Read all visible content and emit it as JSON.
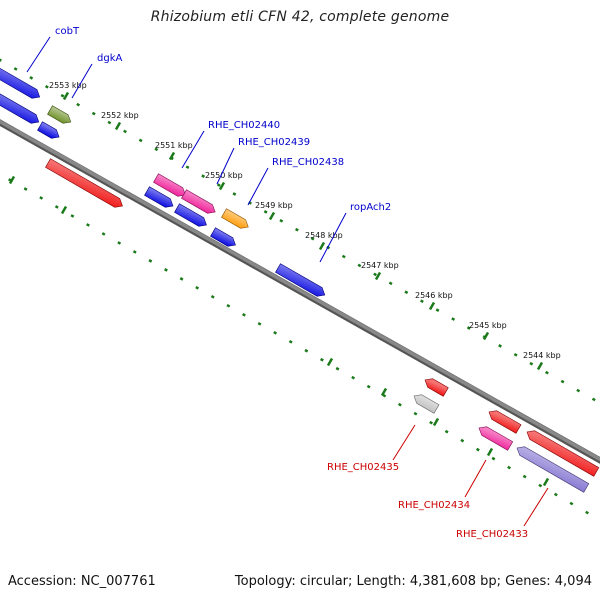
{
  "header": {
    "title": "Rhizobium etli CFN 42, complete genome"
  },
  "footer": {
    "accession": "Accession: NC_007761",
    "info": "Topology: circular; Length: 4,381,608 bp; Genes: 4,094"
  },
  "colors": {
    "backbone": "#888888",
    "tick": "#1a7a1a",
    "blue_gene": "#0000e0",
    "red_gene": "#ee0000",
    "pink_gene": "#ee1493",
    "olive_gene": "#6b8e23",
    "orange_gene": "#ff9900",
    "gray_gene": "#bbbbbb",
    "slate_gene": "#7766cc",
    "label_blue": "#0000cc",
    "label_red": "#cc0000"
  },
  "ruler": {
    "unit": "kbp",
    "labels": [
      "2553 kbp",
      "2552 kbp",
      "2551 kbp",
      "2550 kbp",
      "2549 kbp",
      "2548 kbp",
      "2547 kbp",
      "2546 kbp",
      "2545 kbp",
      "2544 kbp"
    ]
  },
  "genes": [
    {
      "label": "cobT",
      "strand": "+",
      "color": "blue",
      "labeled": true
    },
    {
      "label": "dgkA",
      "strand": "+",
      "color": "olive",
      "labeled": true
    },
    {
      "label": "RHE_CH02440",
      "strand": "+",
      "color": "pink",
      "labeled": true
    },
    {
      "label": "RHE_CH02439",
      "strand": "+",
      "color": "pink",
      "labeled": true
    },
    {
      "label": "RHE_CH02438",
      "strand": "+",
      "color": "orange",
      "labeled": true
    },
    {
      "label": "ropAch2",
      "strand": "+",
      "color": "blue",
      "labeled": true
    },
    {
      "label": "RHE_CH02435",
      "strand": "-",
      "color": "gray",
      "labeled": true
    },
    {
      "label": "RHE_CH02434",
      "strand": "-",
      "color": "pink",
      "labeled": true
    },
    {
      "label": "RHE_CH02433",
      "strand": "-",
      "color": "red",
      "labeled": true
    }
  ]
}
